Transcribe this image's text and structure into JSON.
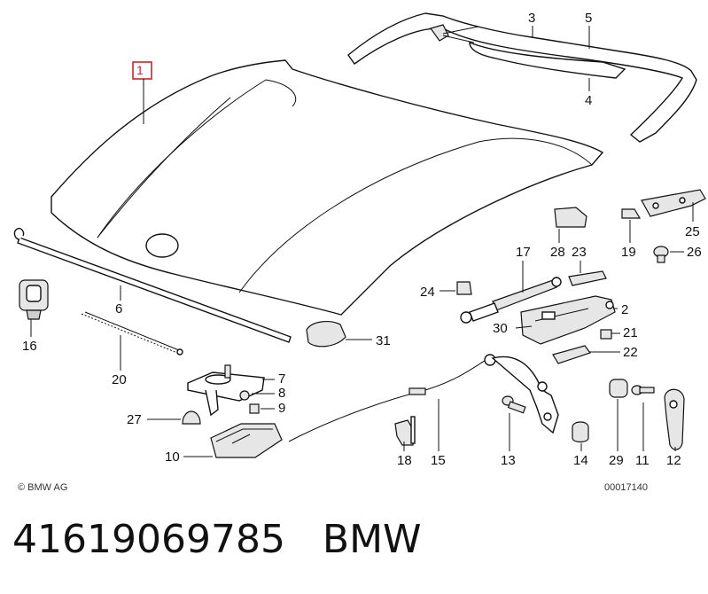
{
  "diagram": {
    "copyright": "© BMW AG",
    "drawing_number": "00017140",
    "labels": {
      "l1": "1",
      "l2": "2",
      "l3": "3",
      "l4": "4",
      "l5": "5",
      "l6": "6",
      "l7": "7",
      "l8": "8",
      "l9": "9",
      "l10": "10",
      "l11": "11",
      "l12": "12",
      "l13": "13",
      "l14": "14",
      "l15": "15",
      "l16": "16",
      "l17": "17",
      "l18": "18",
      "l19": "19",
      "l20": "20",
      "l21": "21",
      "l22": "22",
      "l23": "23",
      "l24": "24",
      "l25": "25",
      "l26": "26",
      "l27": "27",
      "l28": "28",
      "l29": "29",
      "l30": "30",
      "l31": "31"
    },
    "highlight_color": "#c0282e"
  },
  "caption": {
    "part_number": "41619069785",
    "brand": "BMW"
  }
}
